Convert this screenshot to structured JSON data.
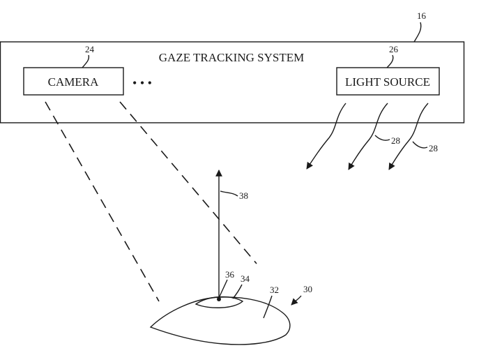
{
  "system": {
    "title": "GAZE TRACKING SYSTEM",
    "ref": "16"
  },
  "camera": {
    "label": "CAMERA",
    "ref": "24"
  },
  "ellipsis": "• • •",
  "light_source": {
    "label": "LIGHT SOURCE",
    "ref": "26"
  },
  "light_rays": {
    "ref_a": "28",
    "ref_b": "28"
  },
  "gaze_vector": {
    "ref": "38"
  },
  "eye": {
    "ref": "30",
    "cornea_ref": "32",
    "pupil_ref": "34",
    "glint_ref": "36"
  }
}
